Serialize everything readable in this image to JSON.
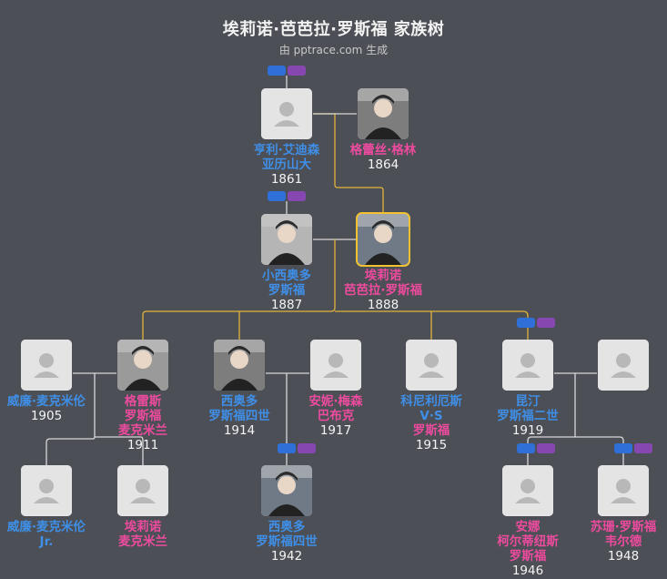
{
  "header": {
    "title": "埃莉诺·芭芭拉·罗斯福 家族树",
    "subtitle": "由 pptrace.com 生成"
  },
  "colors": {
    "background": "#4c4f55",
    "male_name": "#3f8fe8",
    "female_name": "#ee4b9f",
    "line_gold": "#e2b33b",
    "line_white": "#d8d8d8",
    "highlight_border": "#f2c230"
  },
  "people": [
    {
      "id": "henry",
      "gender": "male",
      "names": [
        "亨利·艾迪森",
        "亚历山大"
      ],
      "year": "1861",
      "photo": "placeholder"
    },
    {
      "id": "grace",
      "gender": "female",
      "names": [
        "格蕾丝·格林"
      ],
      "year": "1864",
      "photo": "portrait"
    },
    {
      "id": "theo_jr",
      "gender": "male",
      "names": [
        "小西奥多",
        "罗斯福"
      ],
      "year": "1887",
      "photo": "portrait"
    },
    {
      "id": "eleanor",
      "gender": "female",
      "names": [
        "埃莉诺",
        "芭芭拉·罗斯福"
      ],
      "year": "1888",
      "photo": "portrait",
      "highlight": true
    },
    {
      "id": "william",
      "gender": "male",
      "names": [
        "威廉·麦克米伦"
      ],
      "year": "1905",
      "photo": "placeholder"
    },
    {
      "id": "grace_r",
      "gender": "female",
      "names": [
        "格雷斯",
        "罗斯福",
        "麦克米兰"
      ],
      "year": "1911",
      "photo": "portrait"
    },
    {
      "id": "theo_iv",
      "gender": "male",
      "names": [
        "西奥多",
        "罗斯福四世"
      ],
      "year": "1914",
      "photo": "portrait"
    },
    {
      "id": "anne",
      "gender": "female",
      "names": [
        "安妮·梅森",
        "巴布克"
      ],
      "year": "1917",
      "photo": "placeholder"
    },
    {
      "id": "cornelius",
      "gender": "male",
      "names": [
        "科尼利厄斯",
        "V·S",
        "罗斯福"
      ],
      "year": "1915",
      "photo": "placeholder",
      "name_colors": [
        "male",
        "male",
        "female"
      ]
    },
    {
      "id": "quentin",
      "gender": "male",
      "names": [
        "昆汀",
        "罗斯福二世"
      ],
      "year": "1919",
      "photo": "placeholder"
    },
    {
      "id": "spouse_q",
      "gender": "female",
      "names": [],
      "year": "",
      "photo": "placeholder"
    },
    {
      "id": "william_jr",
      "gender": "male",
      "names": [
        "威廉·麦克米伦",
        "Jr."
      ],
      "year": "",
      "photo": "placeholder"
    },
    {
      "id": "eleanor_m",
      "gender": "female",
      "names": [
        "埃莉诺",
        "麦克米兰"
      ],
      "year": "",
      "photo": "placeholder"
    },
    {
      "id": "theo_v",
      "gender": "male",
      "names": [
        "西奥多",
        "罗斯福四世"
      ],
      "year": "1942",
      "photo": "portrait"
    },
    {
      "id": "anna",
      "gender": "female",
      "names": [
        "安娜",
        "柯尔蒂纽斯",
        "罗斯福"
      ],
      "year": "1946",
      "photo": "placeholder"
    },
    {
      "id": "susan",
      "gender": "female",
      "names": [
        "苏珊·罗斯福",
        "韦尔德"
      ],
      "year": "1948",
      "photo": "placeholder"
    }
  ],
  "toggle_icons": [
    "male-toggle-icon",
    "female-toggle-icon"
  ]
}
